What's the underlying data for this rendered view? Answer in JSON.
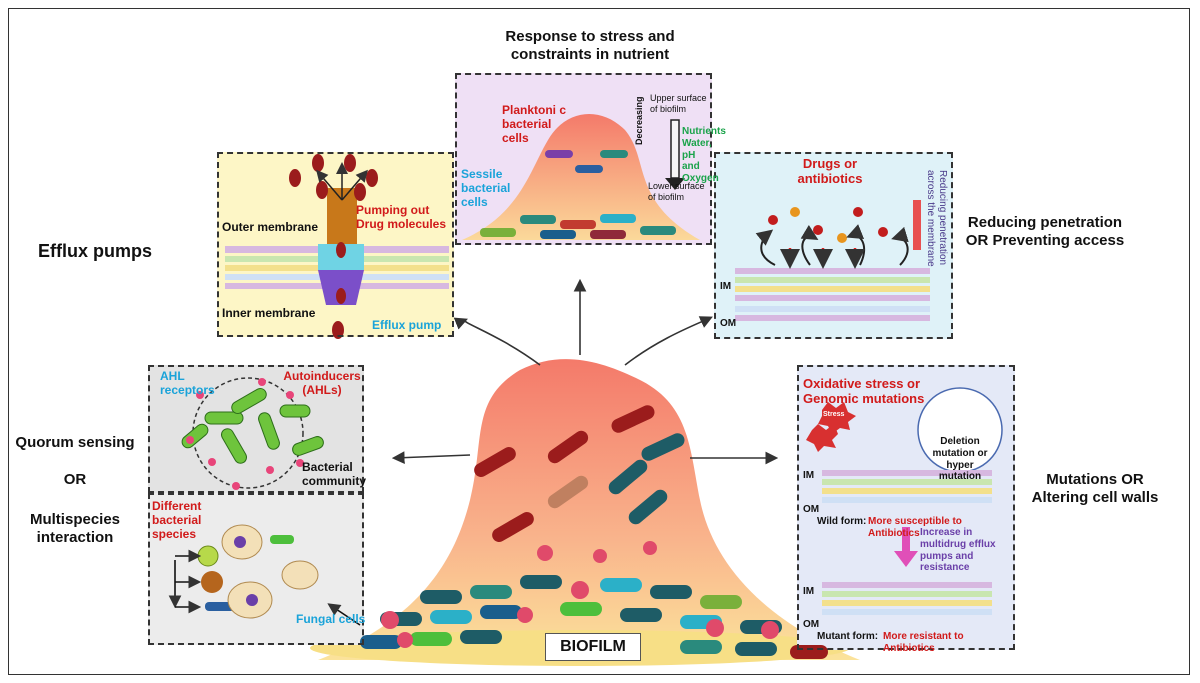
{
  "colors": {
    "efflux_panel": "#fdf6c6",
    "stress_panel": "#efe0f5",
    "penetration_panel": "#dff2f8",
    "quorum_panel": "#e3e3e3",
    "multispecies_panel": "#ececec",
    "mutation_panel": "#e4e9f7",
    "biofilm_orange": "#f58a6c",
    "label_red": "#d11a1a",
    "label_blue": "#1aa3d9",
    "label_green": "#1aa34a"
  },
  "center": {
    "biofilm_label": "BIOFILM"
  },
  "headings": {
    "stress_title": "Response to stress and constraints in nutrient",
    "efflux_title": "Efflux pumps",
    "penetration_title": "Reducing penetration OR Preventing access",
    "quorum_title": "Quorum sensing",
    "quorum_or": "OR",
    "multispecies_title": "Multispecies interaction",
    "mutation_title": "Mutations OR Altering cell walls"
  },
  "efflux": {
    "pumping_out": "Pumping out Drug molecules",
    "outer_membrane": "Outer membrane",
    "inner_membrane": "Inner membrane",
    "efflux_pump": "Efflux pump"
  },
  "stress": {
    "planktonic_cells": "Planktoni c bacterial cells",
    "sessile_cells": "Sessile bacterial cells",
    "upper_surface": "Upper surface of biofilm",
    "lower_surface": "Lower surface of biofilm",
    "decreasing": "Decreasing",
    "nutrients": "Nutrients Water, pH and Oxygen"
  },
  "penetration": {
    "drugs": "Drugs or antibiotics",
    "reducing_side": "Reducing penetration across the membrane",
    "im": "IM",
    "om": "OM"
  },
  "quorum": {
    "ahl_receptors": "AHL receptors",
    "autoinducers": "Autoinducers (AHLs)",
    "community": "Bacterial community"
  },
  "multispecies": {
    "different_species": "Different bacterial species",
    "fungal_cells": "Fungal cells"
  },
  "mutation": {
    "oxidative": "Oxidative stress or Genomic mutations",
    "stress_badge": "Stress",
    "deletion": "Deletion mutation or hyper mutation",
    "im": "IM",
    "om": "OM",
    "wild_prefix": "Wild form:",
    "wild_text": "More susceptible to Antibiotics",
    "increase": "Increase in multidrug efflux pumps and resistance",
    "mutant_prefix": "Mutant form:",
    "mutant_text": "More resistant to Antibiotics"
  }
}
